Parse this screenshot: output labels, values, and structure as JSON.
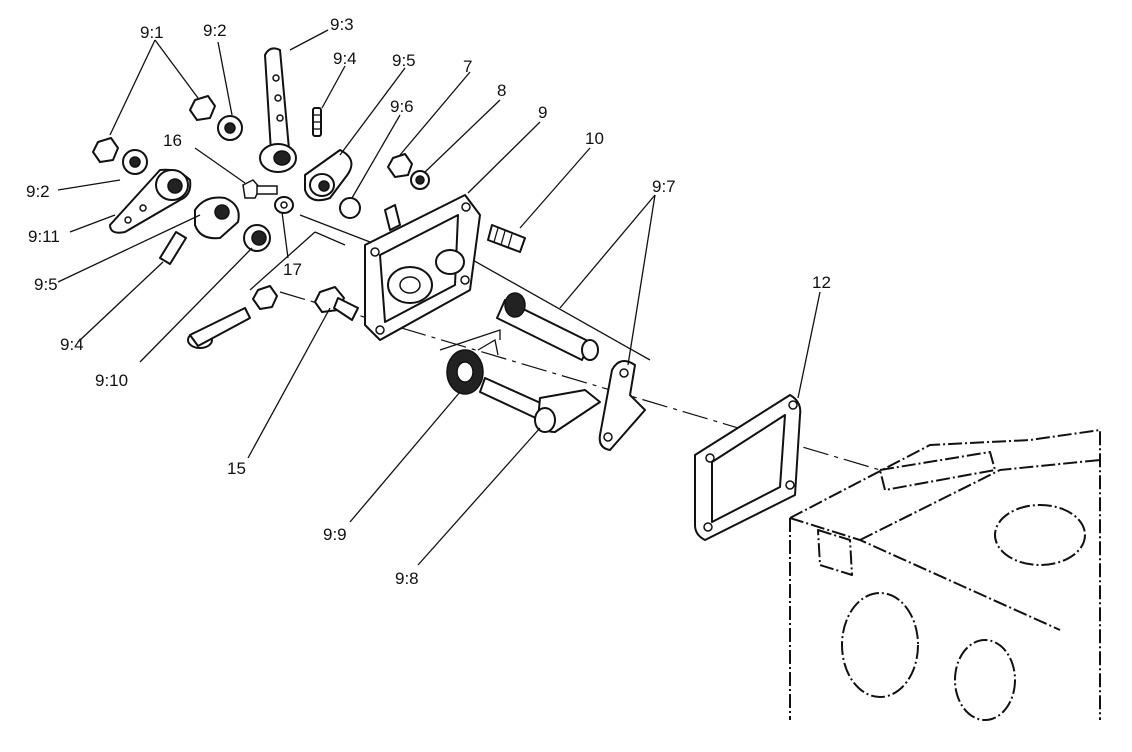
{
  "labels": {
    "l_9_1": "9:1",
    "l_9_2_top": "9:2",
    "l_9_3": "9:3",
    "l_9_4_top": "9:4",
    "l_9_5_top": "9:5",
    "l_9_6": "9:6",
    "l_7": "7",
    "l_8": "8",
    "l_9": "9",
    "l_10": "10",
    "l_16": "16",
    "l_9_2_left": "9:2",
    "l_9_11": "9:11",
    "l_9_5_left": "9:5",
    "l_9_4_left": "9:4",
    "l_17": "17",
    "l_9_10": "9:10",
    "l_9_7": "9:7",
    "l_12": "12",
    "l_15": "15",
    "l_9_9": "9:9",
    "l_9_8": "9:8"
  },
  "colors": {
    "ink": "#111111",
    "paper": "#ffffff"
  }
}
